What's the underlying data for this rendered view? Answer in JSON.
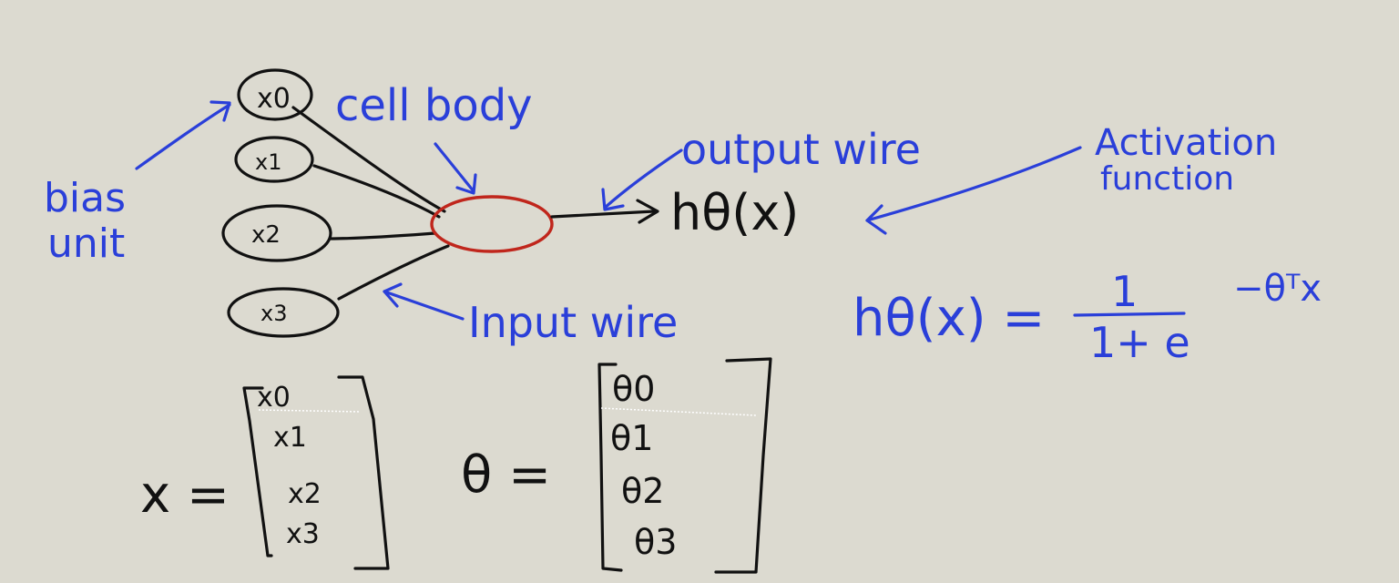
{
  "colors": {
    "background": "#dcdad0",
    "annotation": "#2a3fd9",
    "ink": "#111111",
    "cell_body": "#c0261c"
  },
  "neuron": {
    "inputs": [
      "x0",
      "x1",
      "x2",
      "x3"
    ],
    "output": "hθ(x)"
  },
  "labels": {
    "cell_body": "cell body",
    "output_wire": "output wire",
    "activation_line1": "Activation",
    "activation_line2": "function",
    "bias_line1": "bias",
    "bias_line2": "unit",
    "input_wire": "Input wire"
  },
  "formula": {
    "lhs": "hθ(x) =",
    "numerator": "1",
    "denominator_prefix": "1+ e",
    "exponent": "−θᵀx"
  },
  "vectors": {
    "x": {
      "symbol": "x =",
      "entries": [
        "x0",
        "x1",
        "x2",
        "x3"
      ]
    },
    "theta": {
      "symbol": "θ =",
      "entries": [
        "θ0",
        "θ1",
        "θ2",
        "θ3"
      ]
    }
  }
}
